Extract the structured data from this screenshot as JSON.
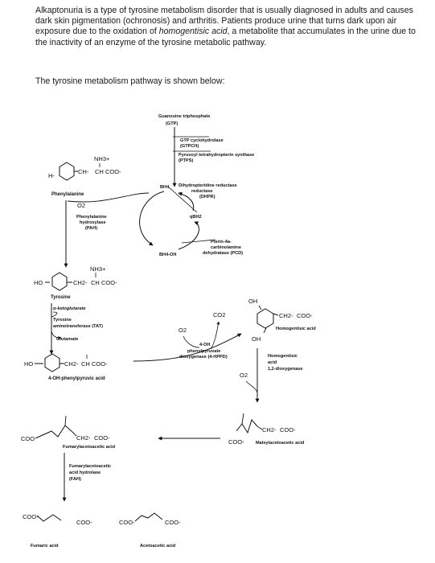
{
  "intro": {
    "part1": "Alkaptonuria is a type of tyrosine metabolism disorder that is usually diagnosed in adults and causes dark skin pigmentation (ochronosis) and arthritis. Patients produce urine that turns dark upon air exposure due to the oxidation of ",
    "em1": "homogentisic acid",
    "part2": ", a metabolite that accumulates in the urine due to the inactivity of an enzyme of the tyrosine metabolic pathway."
  },
  "lead": "The tyrosine metabolism pathway is shown below:",
  "cofactors": {
    "gtp": "Guanosine triphosphate",
    "gtp_abbr": "(GTP)",
    "gtpch": "GTP cyclohydrolase",
    "gtpch_abbr": "(GTPCH)",
    "ptps": "Pyruvoyl tetrahydropterin synthase",
    "ptps_abbr": "(PTPS)",
    "bh4": "BH4",
    "dhpr": "Dihydropteridine reductase",
    "dhpr_abbr": "(DHPR)",
    "qbh2": "qBH2",
    "pcd1": "Pterin-4a-",
    "pcd2": "carbinolamine",
    "pcd3": "dehydratase (PCD)",
    "bh4oh": "BH4-OH",
    "o2": "O2"
  },
  "phe": {
    "h": "H-",
    "ch2": "CH-",
    "ch": "CH",
    "coo": "COO-",
    "nh": "NH3+",
    "name": "Phenylalanine",
    "enz1": "Phenylalanine",
    "enz2": "hydroxylase",
    "enz3": "(PAH)"
  },
  "tyr": {
    "ho": "HO",
    "ch2": "CH2-",
    "ch": "CH",
    "coo": "COO-",
    "nh": "NH3+",
    "name": "Tyrosine"
  },
  "tat": {
    "akg": "α-ketoglutarate",
    "enz1": "Tyrosine",
    "enz2": "aminotransferase (TAT)",
    "glu": "Glutamate"
  },
  "hppa": {
    "ho": "HO",
    "ch2": "CH2-",
    "ch": "CH",
    "coo": "COO-",
    "name": "4-OH-phenylpyruvic acid"
  },
  "hppd": {
    "o2": "O2",
    "co2": "CO2",
    "l1": "4-OH",
    "l2": "phenylpyruvate",
    "l3": "dioxygenase (4-HPPD)"
  },
  "hga": {
    "oh1": "OH",
    "oh2": "OH",
    "ch2": "CH2-",
    "coo": "COO-",
    "name": "Homogentisic acid"
  },
  "hgd": {
    "l1": "Homogentisic",
    "l2": "acid",
    "l3": "1,2-dioxygenase",
    "o2": "O2"
  },
  "maa": {
    "coo1": "COO-",
    "ch2": "CH2-",
    "coo2": "COO-",
    "name": "Maleylacetoacetic acid"
  },
  "faa": {
    "coo1": "COO",
    "ch2": "CH2-",
    "coo2": "COO-",
    "name": "Fumarylacetoacetic acid"
  },
  "fah": {
    "l1": "Fumarylacetoacetic",
    "l2": "acid hydrolase",
    "l3": "(FAH)"
  },
  "fum": {
    "coo1": "COO-",
    "coo2": "COO-",
    "name": "Fumaric acid"
  },
  "aca": {
    "coo1": "COO-",
    "coo2": "COO-",
    "name": "Acetoacetic acid"
  }
}
